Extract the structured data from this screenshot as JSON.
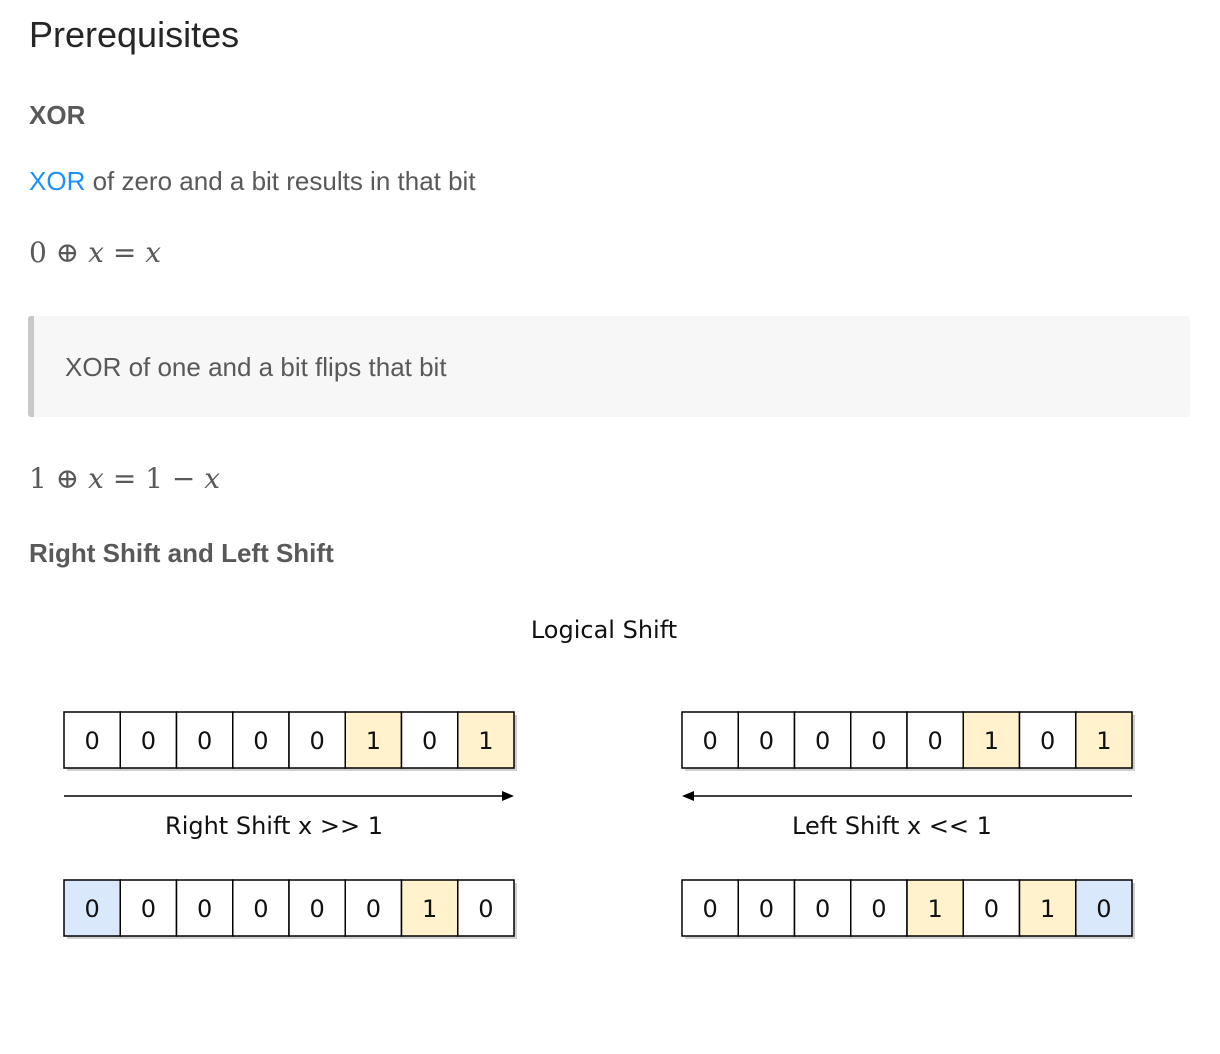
{
  "title": "Prerequisites",
  "xor": {
    "heading": "XOR",
    "link_text": "XOR",
    "text_rest": " of zero and a bit results in that bit",
    "eq1": {
      "a": "0",
      "op": "⊕",
      "x": "x",
      "eq": "=",
      "rhs": "x"
    },
    "quote": "XOR of one and a bit flips that bit",
    "eq2": {
      "a": "1",
      "op": "⊕",
      "x": "x",
      "eq": "=",
      "one": "1",
      "minus": "−",
      "rhs": "x"
    }
  },
  "shift": {
    "heading": "Right Shift and Left Shift",
    "figure": {
      "title": "Logical Shift",
      "right_label": "Right Shift x >> 1",
      "left_label": "Left Shift x << 1",
      "colors": {
        "one": "#fff2cc",
        "new_bit": "#dae8fc",
        "zero": "#ffffff",
        "accent_one": "#d6b656",
        "accent_new": "#6c8ebf"
      },
      "right_before": [
        "0",
        "0",
        "0",
        "0",
        "0",
        "1",
        "0",
        "1"
      ],
      "right_after": [
        "0",
        "0",
        "0",
        "0",
        "0",
        "0",
        "1",
        "0"
      ],
      "left_before": [
        "0",
        "0",
        "0",
        "0",
        "0",
        "1",
        "0",
        "1"
      ],
      "left_after": [
        "0",
        "0",
        "0",
        "0",
        "1",
        "0",
        "1",
        "0"
      ]
    }
  }
}
